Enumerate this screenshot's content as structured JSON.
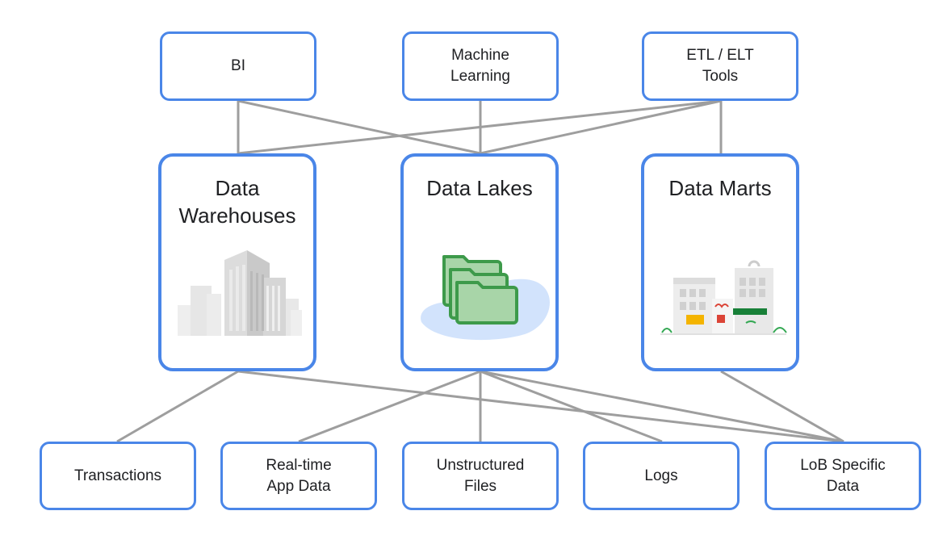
{
  "top": [
    {
      "id": "bi",
      "label": "BI"
    },
    {
      "id": "ml",
      "label": "Machine\nLearning"
    },
    {
      "id": "etl",
      "label": "ETL / ELT\nTools"
    }
  ],
  "middle": [
    {
      "id": "warehouses",
      "label": "Data\nWarehouses",
      "icon": "building-icon"
    },
    {
      "id": "lakes",
      "label": "Data Lakes",
      "icon": "folders-icon"
    },
    {
      "id": "marts",
      "label": "Data Marts",
      "icon": "storefront-icon"
    }
  ],
  "bottom": [
    {
      "id": "transactions",
      "label": "Transactions"
    },
    {
      "id": "realtime",
      "label": "Real-time\nApp Data"
    },
    {
      "id": "unstructured",
      "label": "Unstructured\nFiles"
    },
    {
      "id": "logs",
      "label": "Logs"
    },
    {
      "id": "lob",
      "label": "LoB Specific\nData"
    }
  ],
  "colors": {
    "border": "#4a86e8",
    "line": "#9e9e9e",
    "folder_fill": "#a8d5a8",
    "folder_stroke": "#3d9a4a",
    "lake": "#d2e3fc"
  }
}
